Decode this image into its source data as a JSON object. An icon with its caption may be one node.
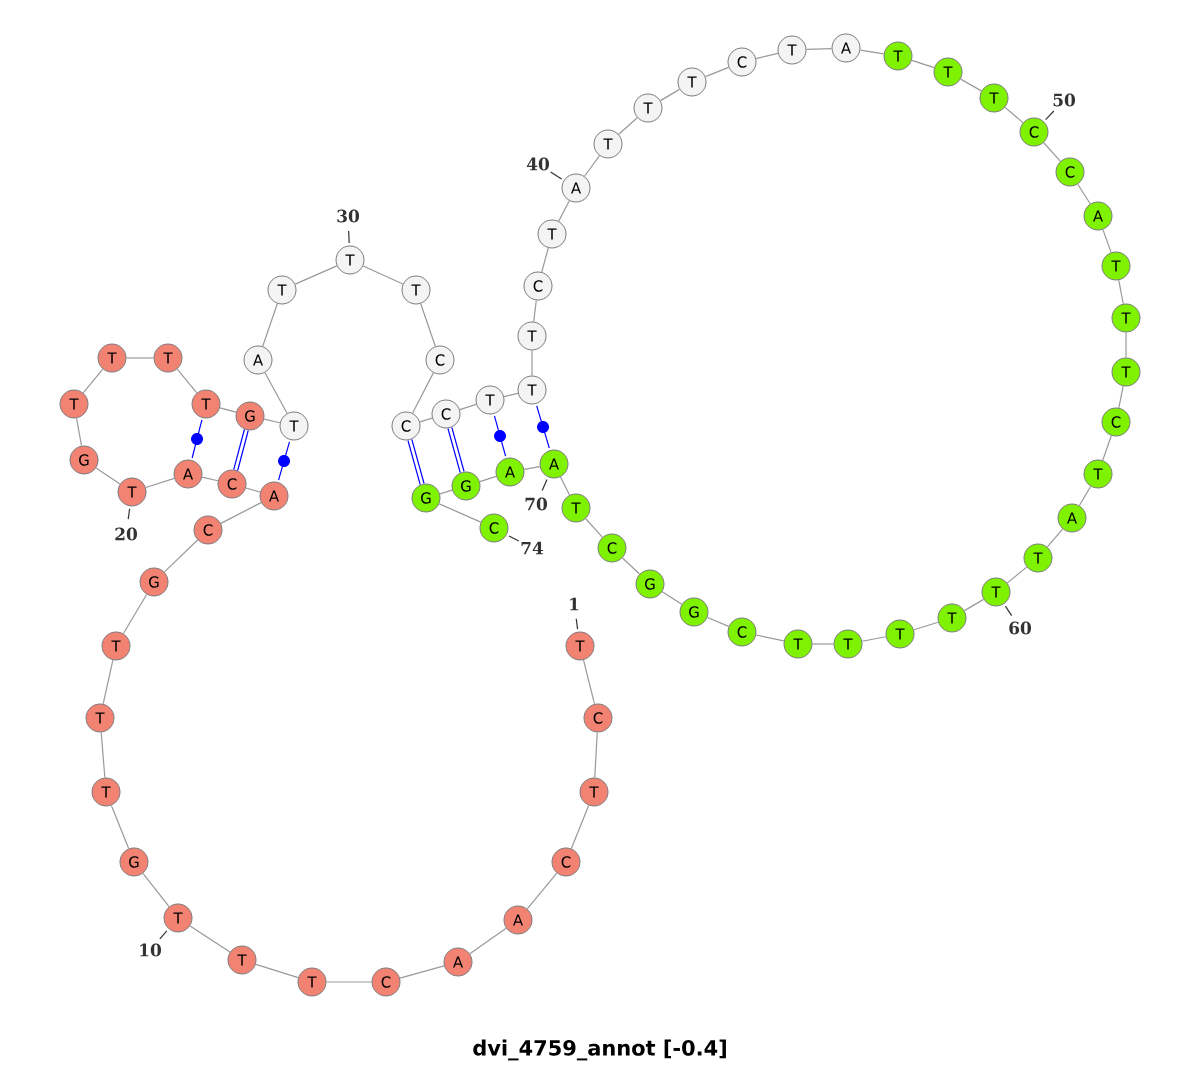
{
  "diagram": {
    "title": "dvi_4759_annot [-0.4]",
    "nodes": [
      {
        "text": [
          "T"
        ],
        "beside": [
          "1"
        ]
      },
      {
        "text": [
          "C"
        ]
      },
      {
        "text": [
          "T"
        ]
      },
      {
        "text": [
          "C"
        ]
      },
      {
        "text": [
          "A"
        ]
      },
      {
        "text": [
          "A"
        ]
      },
      {
        "text": [
          "C"
        ]
      },
      {
        "text": [
          "T"
        ]
      },
      {
        "text": [
          "T"
        ]
      },
      {
        "text": [
          "T"
        ],
        "beside": [
          "10"
        ]
      },
      {
        "text": [
          "G"
        ]
      },
      {
        "text": [
          "T"
        ]
      },
      {
        "text": [
          "T"
        ]
      },
      {
        "text": [
          "T"
        ]
      },
      {
        "text": [
          "G"
        ]
      },
      {
        "text": [
          "C"
        ]
      },
      {
        "text": [
          "A"
        ]
      },
      {
        "text": [
          "C"
        ]
      },
      {
        "text": [
          "A"
        ]
      },
      {
        "text": [
          "T"
        ],
        "beside": [
          "20"
        ]
      },
      {
        "text": [
          "G"
        ]
      },
      {
        "text": [
          "T"
        ]
      },
      {
        "text": [
          "T"
        ]
      },
      {
        "text": [
          "T"
        ]
      },
      {
        "text": [
          "T"
        ]
      },
      {
        "text": [
          "G"
        ]
      },
      {
        "text": [
          "T"
        ]
      },
      {
        "text": [
          "A"
        ]
      },
      {
        "text": [
          "T"
        ]
      },
      {
        "text": [
          "T"
        ],
        "beside": [
          "30"
        ]
      },
      {
        "text": [
          "T"
        ]
      },
      {
        "text": [
          "C"
        ]
      },
      {
        "text": [
          "C"
        ]
      },
      {
        "text": [
          "C"
        ]
      },
      {
        "text": [
          "T"
        ]
      },
      {
        "text": [
          "T"
        ]
      },
      {
        "text": [
          "T"
        ]
      },
      {
        "text": [
          "C"
        ]
      },
      {
        "text": [
          "T"
        ]
      },
      {
        "text": [
          "A"
        ],
        "beside": [
          "40"
        ]
      },
      {
        "text": [
          "T"
        ]
      },
      {
        "text": [
          "T"
        ]
      },
      {
        "text": [
          "T"
        ]
      },
      {
        "text": [
          "C"
        ]
      },
      {
        "text": [
          "T"
        ]
      },
      {
        "text": [
          "A"
        ]
      },
      {
        "text": [
          "T"
        ]
      },
      {
        "text": [
          "T"
        ]
      },
      {
        "text": [
          "T"
        ]
      },
      {
        "text": [
          "C"
        ],
        "beside": [
          "50"
        ]
      },
      {
        "text": [
          "C"
        ]
      },
      {
        "text": [
          "A"
        ]
      },
      {
        "text": [
          "T"
        ]
      },
      {
        "text": [
          "T"
        ]
      },
      {
        "text": [
          "T"
        ]
      },
      {
        "text": [
          "C"
        ]
      },
      {
        "text": [
          "T"
        ]
      },
      {
        "text": [
          "A"
        ]
      },
      {
        "text": [
          "T"
        ]
      },
      {
        "text": [
          "T"
        ],
        "beside": [
          "60"
        ]
      },
      {
        "text": [
          "T"
        ]
      },
      {
        "text": [
          "T"
        ]
      },
      {
        "text": [
          "T"
        ]
      },
      {
        "text": [
          "T"
        ]
      },
      {
        "text": [
          "C"
        ]
      },
      {
        "text": [
          "G"
        ]
      },
      {
        "text": [
          "G"
        ]
      },
      {
        "text": [
          "C"
        ]
      },
      {
        "text": [
          "T"
        ]
      },
      {
        "text": [
          "A"
        ],
        "beside": [
          "70"
        ]
      },
      {
        "text": [
          "A"
        ]
      },
      {
        "text": [
          "G"
        ]
      },
      {
        "text": [
          "G"
        ]
      },
      {
        "text": [
          "C"
        ],
        "beside": [
          "74"
        ]
      }
    ],
    "edges": [
      {
        "from": 0,
        "to": 1,
        "arrow": "none"
      },
      {
        "from": 1,
        "to": 2,
        "arrow": "none"
      },
      {
        "from": 2,
        "to": 3,
        "arrow": "none"
      },
      {
        "from": 3,
        "to": 4,
        "arrow": "none"
      },
      {
        "from": 4,
        "to": 5,
        "arrow": "none"
      },
      {
        "from": 5,
        "to": 6,
        "arrow": "none"
      },
      {
        "from": 6,
        "to": 7,
        "arrow": "none"
      },
      {
        "from": 7,
        "to": 8,
        "arrow": "none"
      },
      {
        "from": 8,
        "to": 9,
        "arrow": "none"
      },
      {
        "from": 9,
        "to": 10,
        "arrow": "none"
      },
      {
        "from": 10,
        "to": 11,
        "arrow": "none"
      },
      {
        "from": 11,
        "to": 12,
        "arrow": "none"
      },
      {
        "from": 12,
        "to": 13,
        "arrow": "none"
      },
      {
        "from": 13,
        "to": 14,
        "arrow": "none"
      },
      {
        "from": 14,
        "to": 15,
        "arrow": "none"
      },
      {
        "from": 15,
        "to": 16,
        "arrow": "none"
      },
      {
        "from": 16,
        "to": 17,
        "arrow": "none"
      },
      {
        "from": 17,
        "to": 18,
        "arrow": "none"
      },
      {
        "from": 18,
        "to": 19,
        "arrow": "none"
      },
      {
        "from": 19,
        "to": 20,
        "arrow": "none"
      },
      {
        "from": 20,
        "to": 21,
        "arrow": "none"
      },
      {
        "from": 21,
        "to": 22,
        "arrow": "none"
      },
      {
        "from": 22,
        "to": 23,
        "arrow": "none"
      },
      {
        "from": 23,
        "to": 24,
        "arrow": "none"
      },
      {
        "from": 24,
        "to": 25,
        "arrow": "none"
      },
      {
        "from": 25,
        "to": 26,
        "arrow": "none"
      },
      {
        "from": 26,
        "to": 27,
        "arrow": "none"
      },
      {
        "from": 27,
        "to": 28,
        "arrow": "none"
      },
      {
        "from": 28,
        "to": 29,
        "arrow": "none"
      },
      {
        "from": 29,
        "to": 30,
        "arrow": "none"
      },
      {
        "from": 30,
        "to": 31,
        "arrow": "none"
      },
      {
        "from": 31,
        "to": 32,
        "arrow": "none"
      },
      {
        "from": 32,
        "to": 33,
        "arrow": "none"
      },
      {
        "from": 33,
        "to": 34,
        "arrow": "none"
      },
      {
        "from": 34,
        "to": 35,
        "arrow": "none"
      },
      {
        "from": 35,
        "to": 36,
        "arrow": "none"
      },
      {
        "from": 36,
        "to": 37,
        "arrow": "none"
      },
      {
        "from": 37,
        "to": 38,
        "arrow": "none"
      },
      {
        "from": 38,
        "to": 39,
        "arrow": "none"
      },
      {
        "from": 39,
        "to": 40,
        "arrow": "none"
      },
      {
        "from": 40,
        "to": 41,
        "arrow": "none"
      },
      {
        "from": 41,
        "to": 42,
        "arrow": "none"
      },
      {
        "from": 42,
        "to": 43,
        "arrow": "none"
      },
      {
        "from": 43,
        "to": 44,
        "arrow": "none"
      },
      {
        "from": 44,
        "to": 45,
        "arrow": "none"
      },
      {
        "from": 45,
        "to": 46,
        "arrow": "none"
      },
      {
        "from": 46,
        "to": 47,
        "arrow": "none"
      },
      {
        "from": 47,
        "to": 48,
        "arrow": "none"
      },
      {
        "from": 48,
        "to": 49,
        "arrow": "none"
      },
      {
        "from": 49,
        "to": 50,
        "arrow": "none"
      },
      {
        "from": 50,
        "to": 51,
        "arrow": "none"
      },
      {
        "from": 51,
        "to": 52,
        "arrow": "none"
      },
      {
        "from": 52,
        "to": 53,
        "arrow": "none"
      },
      {
        "from": 53,
        "to": 54,
        "arrow": "none"
      },
      {
        "from": 54,
        "to": 55,
        "arrow": "none"
      },
      {
        "from": 55,
        "to": 56,
        "arrow": "none"
      },
      {
        "from": 56,
        "to": 57,
        "arrow": "none"
      },
      {
        "from": 57,
        "to": 58,
        "arrow": "none"
      },
      {
        "from": 58,
        "to": 59,
        "arrow": "none"
      },
      {
        "from": 59,
        "to": 60,
        "arrow": "none"
      },
      {
        "from": 60,
        "to": 61,
        "arrow": "none"
      },
      {
        "from": 61,
        "to": 62,
        "arrow": "none"
      },
      {
        "from": 62,
        "to": 63,
        "arrow": "none"
      },
      {
        "from": 63,
        "to": 64,
        "arrow": "none"
      },
      {
        "from": 64,
        "to": 65,
        "arrow": "none"
      },
      {
        "from": 65,
        "to": 66,
        "arrow": "none"
      },
      {
        "from": 66,
        "to": 67,
        "arrow": "none"
      },
      {
        "from": 67,
        "to": 68,
        "arrow": "none"
      },
      {
        "from": 68,
        "to": 69,
        "arrow": "none"
      },
      {
        "from": 69,
        "to": 70,
        "arrow": "none"
      },
      {
        "from": 70,
        "to": 71,
        "arrow": "none"
      },
      {
        "from": 71,
        "to": 72,
        "arrow": "none"
      },
      {
        "from": 72,
        "to": 73,
        "arrow": "none"
      },
      {
        "from": 16,
        "to": 26,
        "arrow": "none",
        "color": "#0000ff"
      },
      {
        "from": 17,
        "to": 25,
        "arrow": "none",
        "style": "thick",
        "color": "#0000ff"
      },
      {
        "from": 18,
        "to": 24,
        "arrow": "none",
        "color": "#0000ff"
      },
      {
        "from": 32,
        "to": 72,
        "arrow": "none",
        "style": "thick",
        "color": "#0000ff"
      },
      {
        "from": 33,
        "to": 71,
        "arrow": "none",
        "style": "thick",
        "color": "#0000ff"
      },
      {
        "from": 34,
        "to": 70,
        "arrow": "none",
        "color": "#0000ff"
      },
      {
        "from": 35,
        "to": 69,
        "arrow": "none",
        "color": "#0000ff"
      }
    ]
  }
}
